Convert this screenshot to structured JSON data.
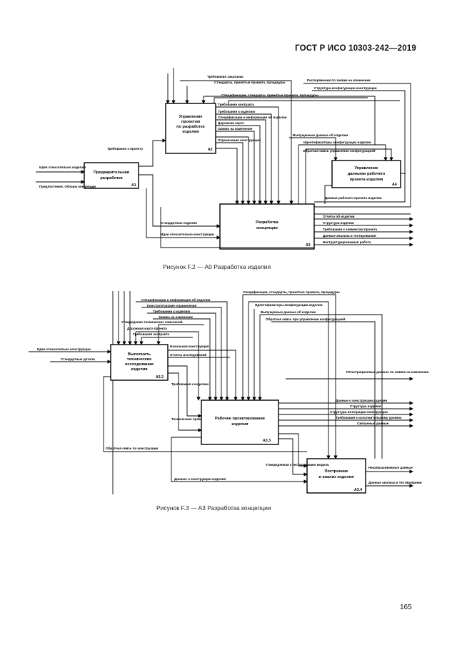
{
  "header": "ГОСТ Р ИСО 10303-242—2019",
  "page_number": "165",
  "fig2": {
    "caption": "Рисунок F.2 — A0 Разработка изделия",
    "boxes": {
      "a1": {
        "l1": "Предварительная",
        "l2": "разработка",
        "id": "A1"
      },
      "a2": {
        "l1": "Управление",
        "l2": "проектом",
        "l3": "по разработке",
        "l4": "изделия",
        "id": "A2"
      },
      "a3": {
        "l1": "Разработка",
        "l2": "концепции",
        "id": "A3"
      },
      "a4": {
        "l1": "Управление",
        "l2": "данными рабочего",
        "l3": "проекта изделия",
        "id": "A4"
      }
    },
    "labels": {
      "t1": "Стандарты, принятые правила, процедуры",
      "t2": "Требования заказчика",
      "t3": "Распоряжения по заявке на изменение",
      "t4": "Структура конфигурации конструкции",
      "t5": "Спецификации, стандарты, принятые правила, процедуры",
      "t6": "Требования контракта",
      "t7": "Требования к изделию",
      "t8": "Спецификации и информация об изделии",
      "t9": "Дорожная карта",
      "t10": "Заявки на изменение",
      "t11": "Ограничения конструкции",
      "t12": "Выпущенные данные об изделии",
      "t13": "Идентификаторы конфигурации изделия",
      "t14": "Обратная связь управления конфигурацией",
      "t15": "Данные рабочего проекта изделия",
      "t16": "Требования к проекту",
      "t17": "Идея относительно изделия",
      "t18": "Предпочтения. Обзоры концепции",
      "t19": "Стандартные изделия",
      "t20": "Идеи относительно конструкции",
      "o1": "Отчеты об изделии",
      "o2": "Структура изделия",
      "o3": "Требования к элементам проекта",
      "o4": "Данные анализа и тестирования",
      "o5": "Неструктурированная работа"
    }
  },
  "fig3": {
    "caption": "Рисунок F.3 — A3 Разработка концепции",
    "boxes": {
      "b1": {
        "l1": "Выполнить",
        "l2": "технические",
        "l3": "исследования",
        "l4": "изделия",
        "id": "A3.2"
      },
      "b2": {
        "l1": "Рабочее проектирование",
        "l2": "изделия",
        "id": "A3.3"
      },
      "b3": {
        "l1": "Построение",
        "l2": "и анализ изделия",
        "id": "A3.4"
      }
    },
    "labels": {
      "s1": "Спецификации и информация об изделии",
      "s2": "Конструкторские ограничения",
      "s3": "Требования к изделию",
      "s4": "Заявка на изменение",
      "s5": "Утверждение технических изменений",
      "s6": "Дорожная карта проекта",
      "s7": "Требования контракта",
      "s8": "Спецификации, стандарты, принятые правила, процедуры",
      "s9": "Идентификаторы конфигурации изделия",
      "s10": "Выпущенные данные об изделии",
      "s11": "Обратная связь при управлении конфигурацией",
      "s12": "Идеи относительно конструкции",
      "s13": "Стандартные детали",
      "s14": "Начальная конструкция",
      "s15": "Отчеты исследований",
      "s16": "Требования к изделию",
      "s17": "Технические правила",
      "s18": "Обратная связь по конструкции",
      "s19": "Утвержденная к тестированию модель",
      "s20": "Данные о конструкции изделия",
      "r1": "Регистрационные данные по заявке на изменение",
      "r2": "Данные о конструкции изделия",
      "r3": "Структура изделия",
      "r4": "Структура интеграции конструкции",
      "r5": "Требования к исполнительному уровню",
      "r6": "Связанные данные",
      "r7": "Незапрашиваемые данные",
      "r8": "Данные анализа и тестирования"
    }
  }
}
